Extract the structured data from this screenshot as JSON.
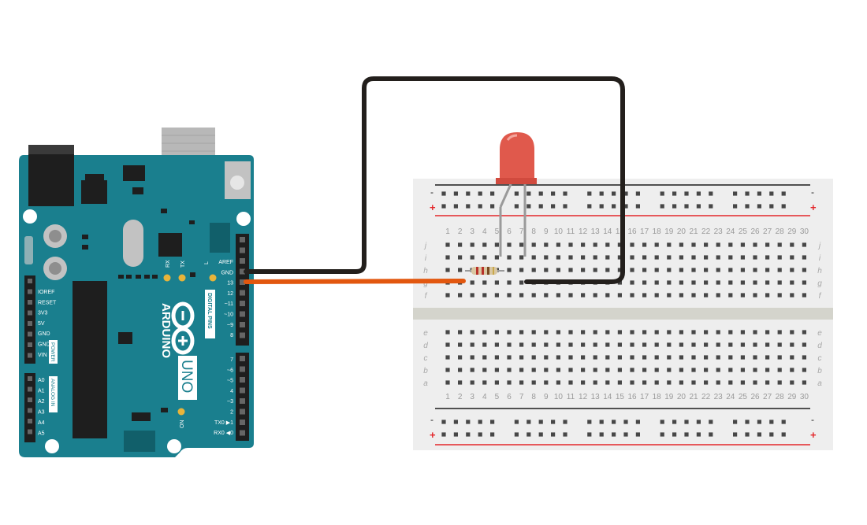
{
  "colors": {
    "board": "#1a7f8e",
    "board_dark": "#116470",
    "wire_gnd": "#231f1c",
    "wire_signal": "#e2570f",
    "led": "#e0594c",
    "breadboard": "#eeeeee",
    "rail_red": "#e3262a",
    "rail_black": "#1c1c1c"
  },
  "board": {
    "brand": "ARDUINO",
    "model": "UNO",
    "digital_label": "DIGITAL PINS",
    "power_label": "POWER",
    "analog_label": "ANALOG IN",
    "on_label": "ON",
    "led_labels": [
      "RX",
      "TX",
      "L"
    ],
    "right_header_pins": [
      "AREF",
      "GND",
      "13",
      "12",
      "~11",
      "~10",
      "~9",
      "8"
    ],
    "right_header_pins_2": [
      "7",
      "~6",
      "~5",
      "4",
      "~3",
      "2",
      "TX0 ▶1",
      "RX0 ◀0"
    ],
    "power_pins": [
      "IOREF",
      "RESET",
      "3V3",
      "5V",
      "GND",
      "GND",
      "VIN"
    ],
    "analog_pins": [
      "A0",
      "A1",
      "A2",
      "A3",
      "A4",
      "A5"
    ]
  },
  "breadboard": {
    "columns": [
      "1",
      "2",
      "3",
      "4",
      "5",
      "6",
      "7",
      "8",
      "9",
      "10",
      "11",
      "12",
      "13",
      "14",
      "15",
      "16",
      "17",
      "18",
      "19",
      "20",
      "21",
      "22",
      "23",
      "24",
      "25",
      "26",
      "27",
      "28",
      "29",
      "30"
    ],
    "rows_top": [
      "j",
      "i",
      "h",
      "g",
      "f"
    ],
    "rows_bottom": [
      "e",
      "d",
      "c",
      "b",
      "a"
    ],
    "rail_symbol_plus": "+",
    "rail_symbol_minus": "-"
  }
}
